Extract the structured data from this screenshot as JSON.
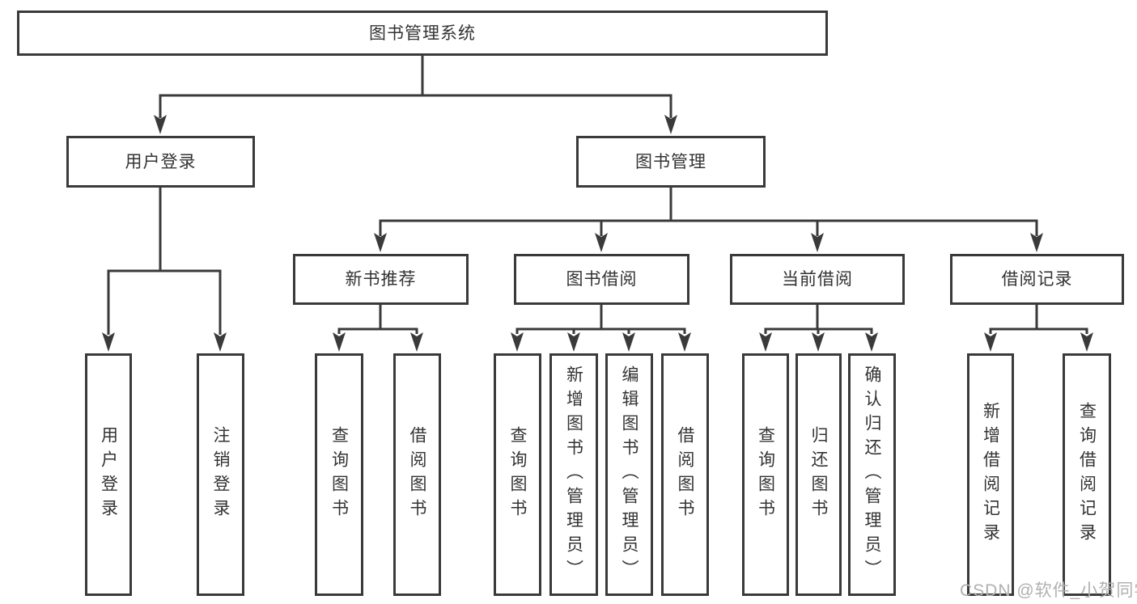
{
  "diagram_title": "图书管理系统",
  "tree": {
    "label": "图书管理系统",
    "children": [
      {
        "label": "用户登录",
        "children": [
          {
            "label": "用户登录"
          },
          {
            "label": "注销登录"
          }
        ]
      },
      {
        "label": "图书管理",
        "children": [
          {
            "label": "新书推荐",
            "children": [
              {
                "label": "查询图书"
              },
              {
                "label": "借阅图书"
              }
            ]
          },
          {
            "label": "图书借阅",
            "children": [
              {
                "label": "查询图书"
              },
              {
                "label": "新增图书（管理员）"
              },
              {
                "label": "编辑图书（管理员）"
              },
              {
                "label": "借阅图书"
              }
            ]
          },
          {
            "label": "当前借阅",
            "children": [
              {
                "label": "查询图书"
              },
              {
                "label": "归还图书"
              },
              {
                "label": "确认归还（管理员）"
              }
            ]
          },
          {
            "label": "借阅记录",
            "children": [
              {
                "label": "新增借阅记录"
              },
              {
                "label": "查询借阅记录"
              }
            ]
          }
        ]
      }
    ]
  },
  "watermark": {
    "text": "CSDN @软件_小贺同学"
  },
  "colors": {
    "line": "#3a3a3a",
    "text": "#333333",
    "box_background": "#ffffff",
    "watermark": "#b0b0b0",
    "page_background": "#ffffff"
  }
}
